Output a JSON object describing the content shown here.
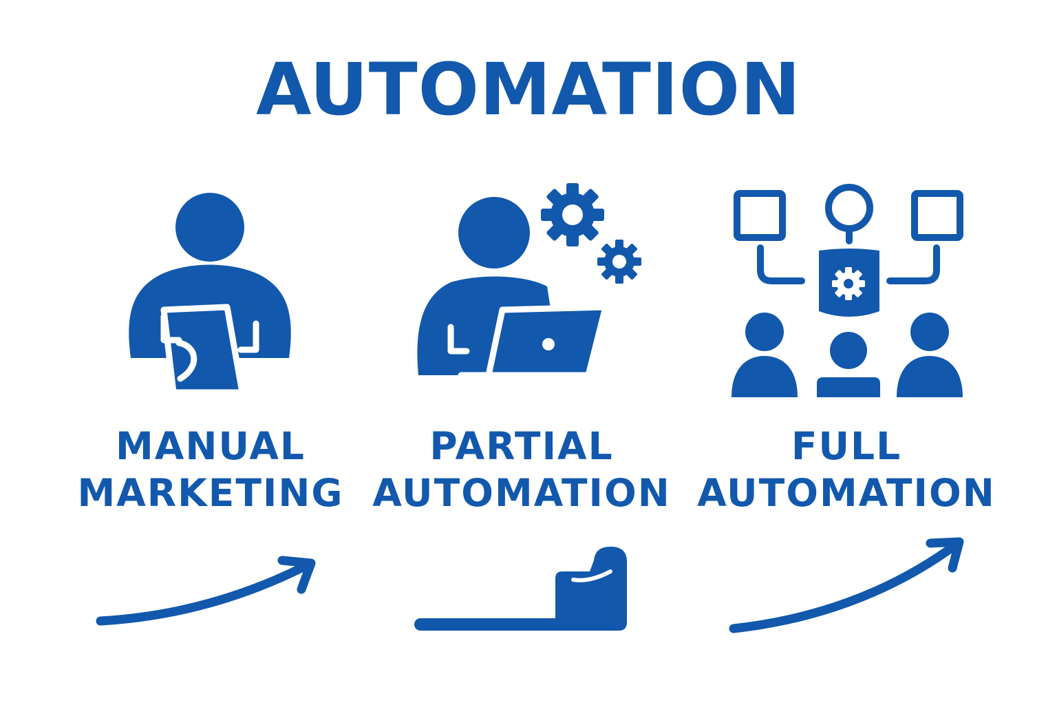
{
  "title": "AUTOMATION",
  "accent_color": "#1258ad",
  "background_color": "#ffffff",
  "stages": [
    {
      "icon": "person-holding-tablet-icon",
      "label_line1": "MANUAL",
      "label_line2": "MARKETING",
      "indicator": "curved-arrow-icon"
    },
    {
      "icon": "person-laptop-gears-icon",
      "label_line1": "PARTIAL",
      "label_line2": "AUTOMATION",
      "indicator": "step-graph-icon"
    },
    {
      "icon": "automation-network-people-icon",
      "label_line1": "FULL",
      "label_line2": "AUTOMATION",
      "indicator": "curved-arrow-icon"
    }
  ]
}
